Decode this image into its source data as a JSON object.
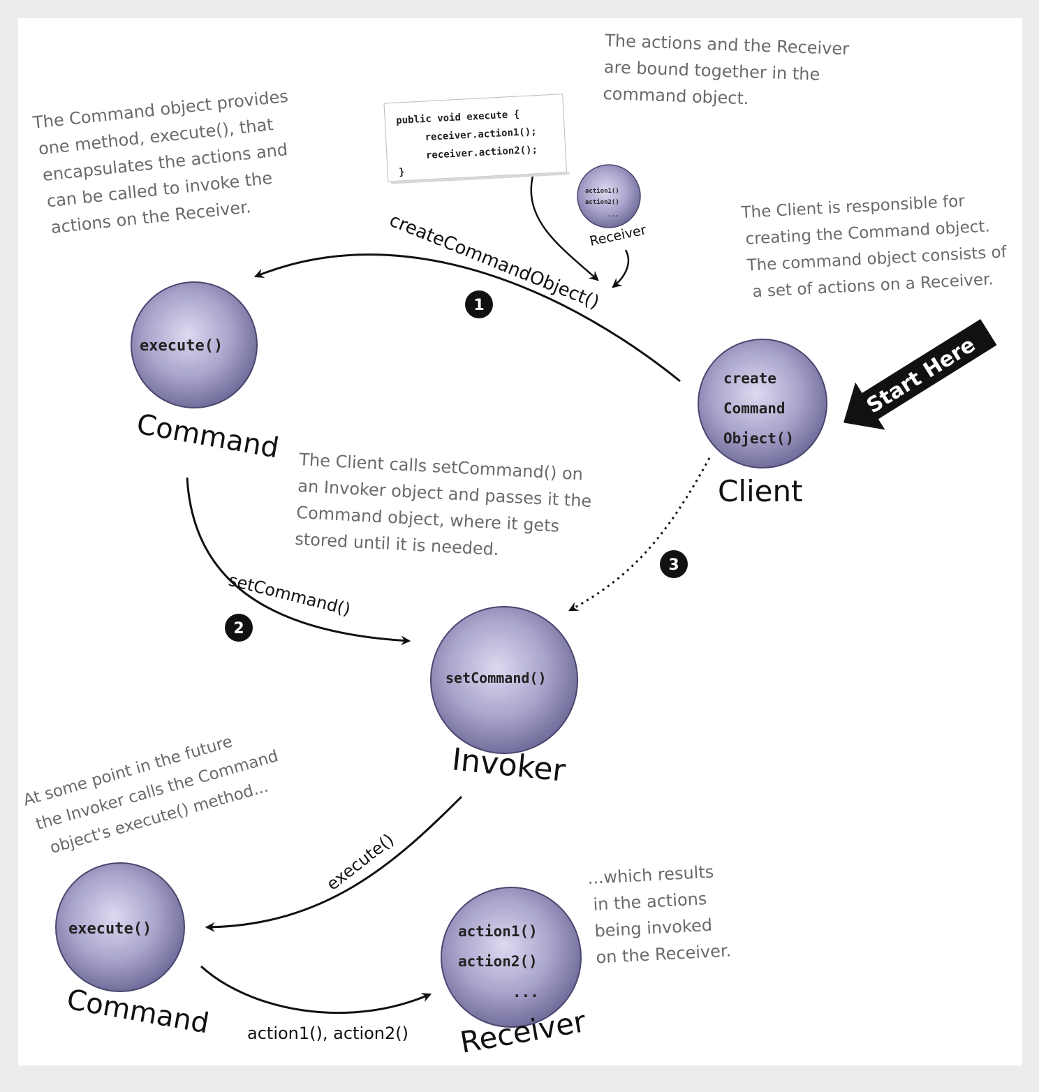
{
  "notes": {
    "command_provides": [
      "The Command object provides",
      "one method, execute(), that",
      "encapsulates the actions and",
      "can be called to invoke the",
      "actions on the Receiver."
    ],
    "actions_bound": [
      "The actions and the Receiver",
      "are bound together in the",
      "command object."
    ],
    "client_responsible": [
      "The Client is responsible for",
      "creating the Command object.",
      "The command object consists of",
      "a set of actions on a Receiver."
    ],
    "client_calls": [
      "The Client calls setCommand() on",
      "an Invoker object and passes it the",
      "Command object, where it gets",
      "stored until it is needed."
    ],
    "future_point": [
      "At some point in the future",
      "the Invoker calls the Command",
      "object's execute() method..."
    ],
    "results": [
      "...which results",
      "in the actions",
      "being invoked",
      "on the Receiver."
    ]
  },
  "code_card": [
    "public void execute {",
    "receiver.action1();",
    "receiver.action2();",
    "}"
  ],
  "small_receiver": {
    "methods": [
      "action1()",
      "action2()",
      "..."
    ],
    "label": "Receiver"
  },
  "nodes": {
    "command_top": {
      "methods": [
        "execute()"
      ],
      "label": "Command"
    },
    "client": {
      "methods": [
        "create",
        "Command",
        "Object()"
      ],
      "label": "Client"
    },
    "invoker": {
      "methods": [
        "setCommand()"
      ],
      "label": "Invoker"
    },
    "command_bottom": {
      "methods": [
        "execute()"
      ],
      "label": "Command"
    },
    "receiver": {
      "methods": [
        "action1()",
        "action2()",
        "..."
      ],
      "label": "Receiver"
    }
  },
  "arrows": {
    "create_command": "createCommandObject()",
    "set_command": "setCommand()",
    "execute": "execute()",
    "actions": "action1(), action2()"
  },
  "steps": [
    "1",
    "2",
    "3"
  ],
  "start_here": "Start Here",
  "colors": {
    "sphere": "#8e8ab4",
    "sphere_light": "#d6d4ea",
    "sphere_dark": "#5d5985",
    "note_text": "#6a6a6a"
  }
}
